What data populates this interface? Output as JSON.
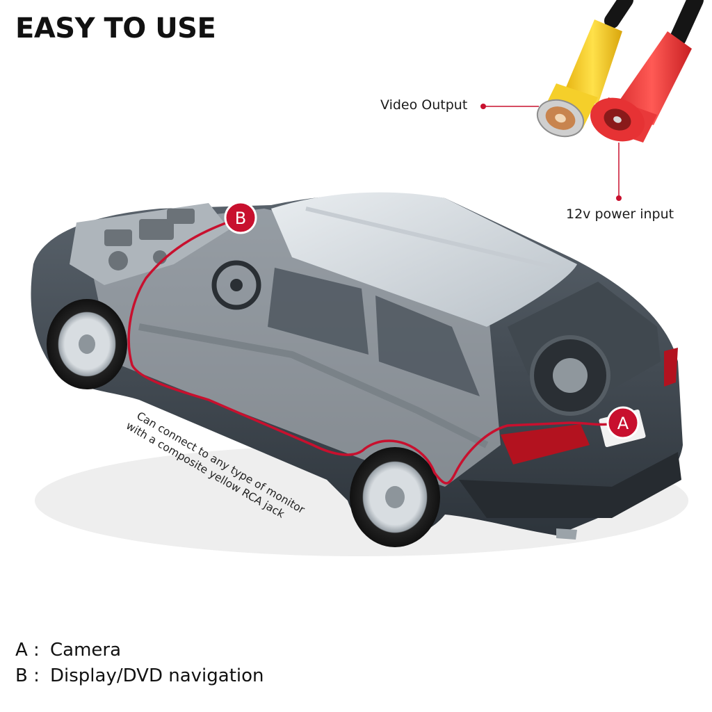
{
  "title": "EASY TO USE",
  "callouts": {
    "video_output": "Video Output",
    "power_input": "12v power input"
  },
  "markers": {
    "a": "A",
    "b": "B"
  },
  "note": {
    "line1": "Can connect to any type of monitor",
    "line2": "with a composite yellow RCA jack"
  },
  "legend": [
    {
      "key": "A :",
      "text": "Camera"
    },
    {
      "key": "B :",
      "text": "Display/DVD navigation"
    }
  ],
  "colors": {
    "accent_red": "#c8102e",
    "rca_yellow": "#f2c81c",
    "dc_red": "#e8383a",
    "car_body": "#3c444c"
  }
}
